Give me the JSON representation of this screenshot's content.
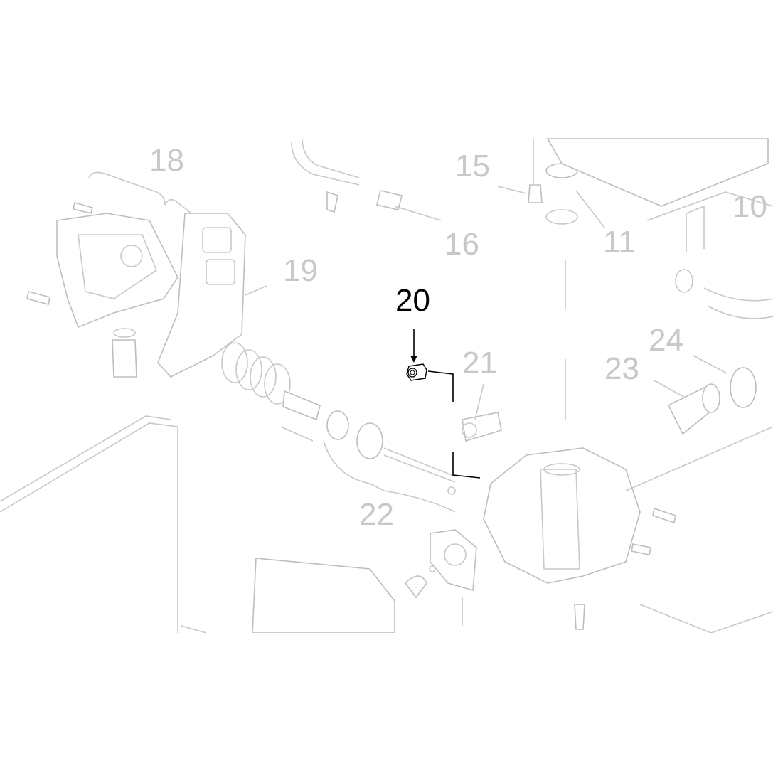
{
  "diagram": {
    "highlighted_part": "20",
    "colors": {
      "highlight": "#000000",
      "faded": "#c8c8c8"
    },
    "labels": [
      {
        "id": "18",
        "text": "18"
      },
      {
        "id": "19",
        "text": "19"
      },
      {
        "id": "15",
        "text": "15"
      },
      {
        "id": "16",
        "text": "16"
      },
      {
        "id": "11",
        "text": "11"
      },
      {
        "id": "10",
        "text": "10"
      },
      {
        "id": "20",
        "text": "20"
      },
      {
        "id": "21",
        "text": "21"
      },
      {
        "id": "22",
        "text": "22"
      },
      {
        "id": "23",
        "text": "23"
      },
      {
        "id": "24",
        "text": "24"
      }
    ]
  }
}
